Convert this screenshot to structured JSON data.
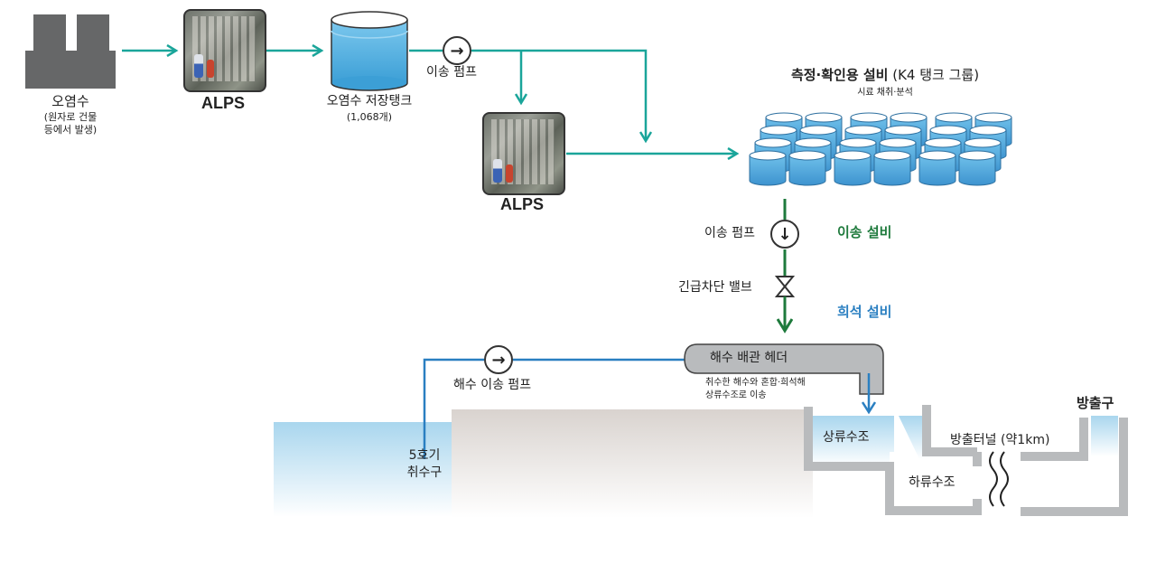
{
  "source": {
    "label": "오염수",
    "note_line1": "(원자로 건물",
    "note_line2": "등에서 발생)"
  },
  "alps_1": {
    "label": "ALPS"
  },
  "storage_tank": {
    "label": "오염수 저장탱크",
    "count": "(1,068개)"
  },
  "transfer_pump_top": {
    "label": "이송 펌프"
  },
  "alps_2": {
    "label": "ALPS"
  },
  "measurement": {
    "title_bold": "측정·확인용 설비",
    "title_suffix": " (K4 탱크 그룹)",
    "subtitle": "시료 채취·분석"
  },
  "transfer_pump_mid": {
    "label": "이송 펌프"
  },
  "emergency_valve": {
    "label": "긴급차단 밸브"
  },
  "transfer_facility": {
    "label": "이송 설비",
    "color": "#1e7a3c"
  },
  "dilution_facility": {
    "label": "희석 설비",
    "color": "#2a7fc1"
  },
  "seawater_pump": {
    "label": "해수 이송 펌프"
  },
  "header_pipe": {
    "label": "해수 배관 헤더",
    "note_line1": "취수한 해수와 혼합·희석해",
    "note_line2": "상류수조로 이송"
  },
  "intake": {
    "line1": "5호기",
    "line2": "취수구"
  },
  "upstream_tank": {
    "label": "상류수조"
  },
  "downstream_tank": {
    "label": "하류수조"
  },
  "tunnel": {
    "label": "방출터널 (약1km)"
  },
  "outlet": {
    "label": "방출구"
  },
  "colors": {
    "teal_arrow": "#1aa59a",
    "green_arrow": "#1e7a3c",
    "blue_line": "#2a7fc1",
    "tank_blue": "#5fb4e3",
    "structure_gray": "#b9bbbd"
  }
}
